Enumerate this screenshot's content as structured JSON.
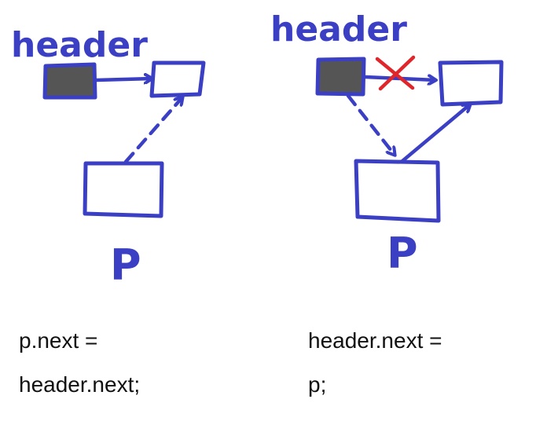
{
  "colors": {
    "ink": "#3b3fc4",
    "header_fill": "#555555",
    "cross": "#e0262b",
    "text": "#111111"
  },
  "left": {
    "header_label": "header",
    "node_label": "P",
    "code_line1": "p.next =",
    "code_line2": "header.next;"
  },
  "right": {
    "header_label": "header",
    "node_label": "P",
    "code_line1": "header.next =",
    "code_line2": "p;"
  }
}
